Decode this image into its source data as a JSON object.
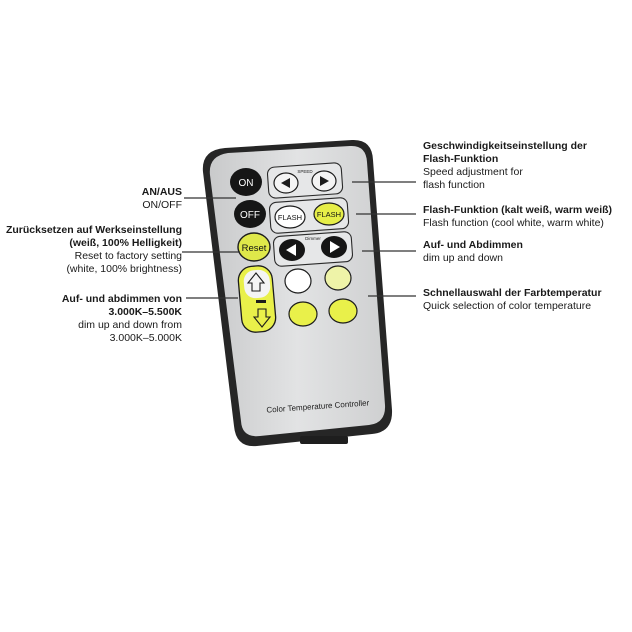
{
  "remote": {
    "label_on": "ON",
    "label_off": "OFF",
    "label_reset": "Reset",
    "label_speed": "SPEED",
    "label_dimmer": "Dimmer",
    "label_flash_left": "FLASH",
    "label_flash_right": "FLASH",
    "footer": "Color Temperature Controller",
    "colors": {
      "body": "#d9dadb",
      "frame": "#2a2a2a",
      "black_button": "#1c1c1c",
      "yellow_button": "#e9f04a",
      "pale_yellow_button": "#eef3a8",
      "white_button": "#ffffff"
    },
    "icons": [
      "arrow-left-icon",
      "arrow-right-icon",
      "arrow-up-icon",
      "arrow-down-icon"
    ]
  },
  "callouts": {
    "on_off": {
      "title": "AN/AUS",
      "text": "ON/OFF"
    },
    "reset": {
      "title_1": "Zurücksetzen auf Werkseinstellung",
      "title_2": "(weiß, 100% Helligkeit)",
      "text_1": "Reset to factory setting",
      "text_2": "(white, 100% brightness)"
    },
    "color_dim": {
      "title_1": "Auf- und abdimmen von",
      "title_2": "3.000K–5.500K",
      "text_1": "dim up and down from",
      "text_2": "3.000K–5.000K"
    },
    "speed": {
      "title_1": "Geschwindigkeitseinstellung der",
      "title_2": "Flash-Funktion",
      "text_1": "Speed adjustment for",
      "text_2": "flash function"
    },
    "flash": {
      "title": "Flash-Funktion (kalt weiß, warm weiß)",
      "text": "Flash function (cool white, warm white)"
    },
    "dimmer": {
      "title": "Auf- und Abdimmen",
      "text": "dim up and down"
    },
    "quick_color": {
      "title": "Schnellauswahl der Farbtemperatur",
      "text": "Quick selection of color temperature"
    }
  }
}
